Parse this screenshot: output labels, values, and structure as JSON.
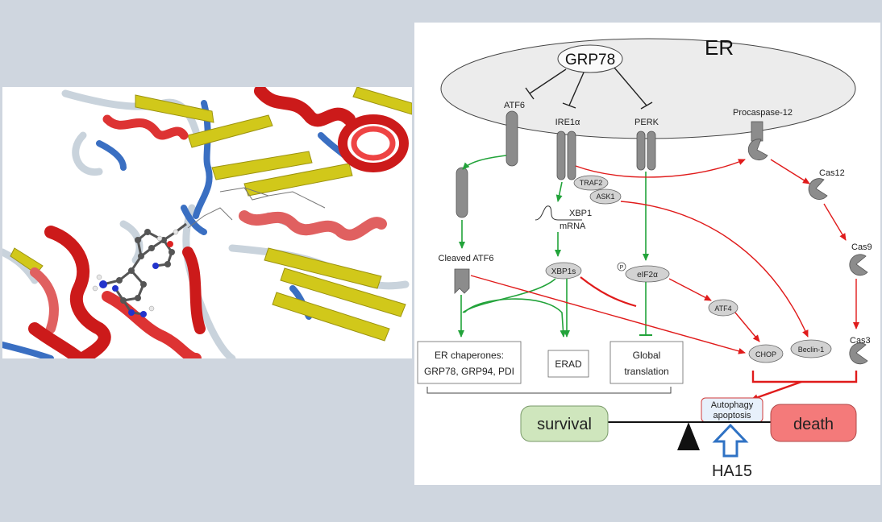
{
  "diagram": {
    "er_label": "ER",
    "grp78": "GRP78",
    "atf6": "ATF6",
    "ire1a": "IRE1α",
    "perk": "PERK",
    "procaspase12": "Procaspase-12",
    "cas12": "Cas12",
    "cas9": "Cas9",
    "cas3": "Cas3",
    "traf2": "TRAF2",
    "ask1": "ASK1",
    "xbp1": "XBP1",
    "mrna": "mRNA",
    "cleaved_atf6": "Cleaved ATF6",
    "xbp1s": "XBP1s",
    "p_label": "P",
    "eif2a": "eIF2α",
    "atf4": "ATF4",
    "chop": "CHOP",
    "beclin1": "Beclin-1",
    "chaperones_line1": "ER chaperones:",
    "chaperones_line2": "GRP78, GRP94, PDI",
    "erad": "ERAD",
    "global_line1": "Global",
    "global_line2": "translation",
    "autophagy_line1": "Autophagy",
    "autophagy_line2": "apoptosis",
    "survival": "survival",
    "death": "death",
    "ha15": "HA15"
  },
  "colors": {
    "background": "#cfd6df",
    "er_fill": "#ececec",
    "receptor_gray": "#8c8c8c",
    "green_arrow": "#22a33a",
    "red_arrow": "#e01b1b",
    "survival_fill": "#cfe6bd",
    "death_fill": "#f47a7a",
    "ha15_arrow": "#2f72c4",
    "helix_red": "#cc1a1a",
    "sheet_yellow": "#d1c81a",
    "coil_blue": "#3a6fc2",
    "coil_gray": "#c9d3dc"
  }
}
